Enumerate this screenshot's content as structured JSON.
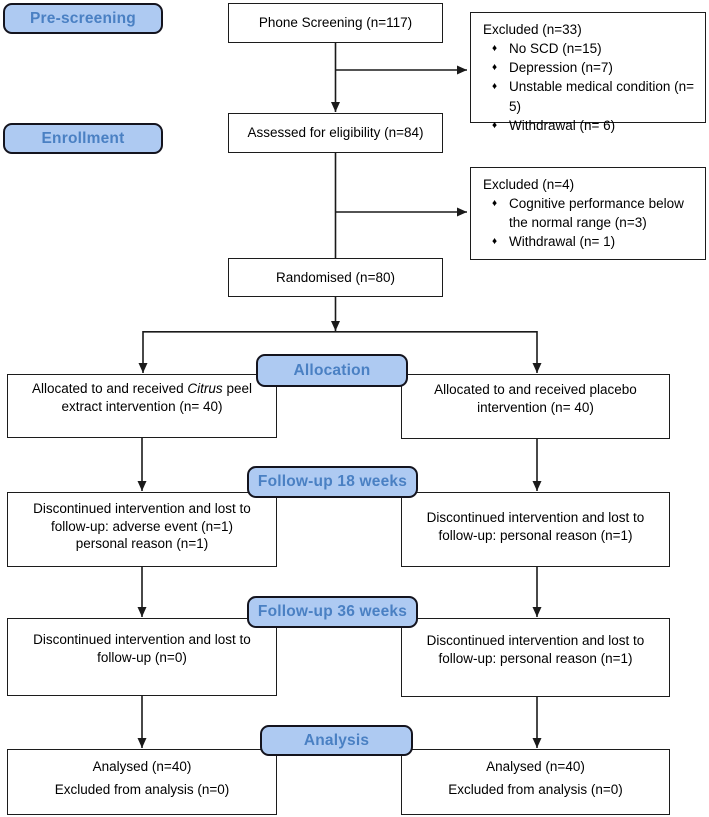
{
  "icons": {
    "diamond_bullet": "♦"
  },
  "colors": {
    "badge_fill": "#aecaf2",
    "badge_text": "#4a80c3",
    "badge_border": "#14141e",
    "box_border": "#1c1c1c",
    "connector": "#1a1a1a"
  },
  "stages": {
    "pre_screening": "Pre-screening",
    "enrollment": "Enrollment",
    "allocation": "Allocation",
    "followup_18": "Follow-up 18 weeks",
    "followup_36": "Follow-up 36 weeks",
    "analysis": "Analysis"
  },
  "flow": {
    "phone_screening": "Phone Screening (n=117)",
    "assessed": "Assessed for eligibility (n=84)",
    "randomised": "Randomised (n=80)",
    "excluded_prescreening": {
      "title": "Excluded (n=33)",
      "items": [
        "No SCD (n=15)",
        "Depression (n=7)",
        "Unstable medical condition (n= 5)",
        "Withdrawal (n= 6)"
      ]
    },
    "excluded_enrollment": {
      "title": "Excluded (n=4)",
      "items": [
        "Cognitive performance below the normal range (n=3)",
        "Withdrawal (n= 1)"
      ]
    },
    "allocation_left": {
      "text_before": "Allocated to and received",
      "italic": "Citrus",
      "text_after": "peel\nextract intervention (n= 40)"
    },
    "allocation_right": "Allocated to and received placebo\nintervention (n= 40)",
    "followup18_left": "Discontinued intervention and lost to\nfollow-up: adverse event (n=1)\npersonal reason (n=1)",
    "followup18_right": "Discontinued intervention and lost to\nfollow-up: personal reason (n=1)",
    "followup36_left": "Discontinued intervention and lost to\nfollow-up (n=0)",
    "followup36_right": "Discontinued intervention and lost to\nfollow-up: personal reason (n=1)",
    "analysis_left": "Analysed (n=40)\nExcluded from analysis (n=0)",
    "analysis_right": "Analysed (n=40)\nExcluded from analysis (n=0)"
  }
}
